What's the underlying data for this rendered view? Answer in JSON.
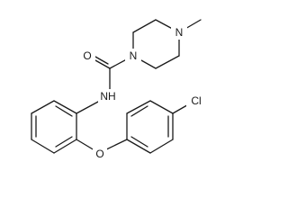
{
  "molecule": {
    "atom_labels": {
      "oxygen_carbonyl": "O",
      "nitrogen_piperazine_1": "N",
      "nitrogen_piperazine_4": "N",
      "nitrogen_amide": "NH",
      "oxygen_ether": "O",
      "chlorine": "Cl"
    }
  }
}
